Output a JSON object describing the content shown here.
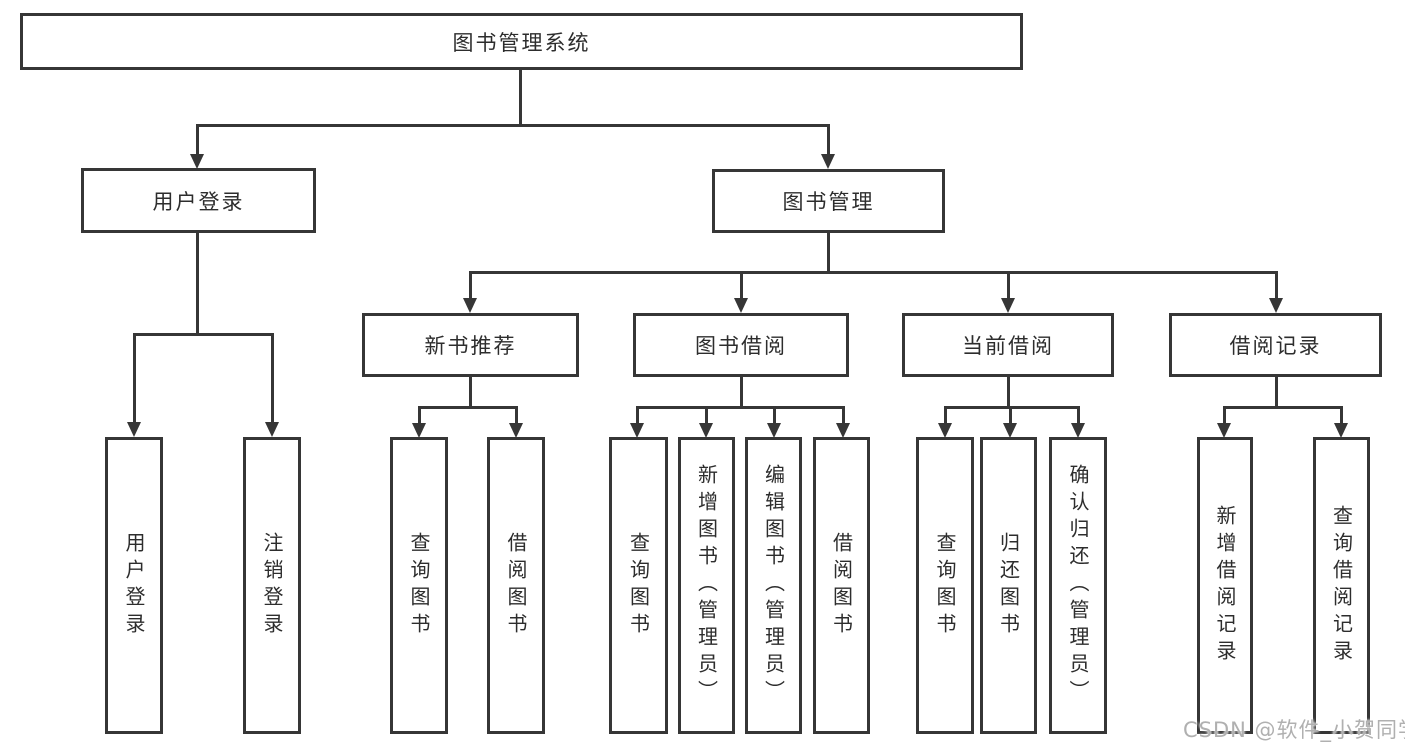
{
  "diagram": {
    "title": "图书管理系统",
    "colors": {
      "line": "#363636",
      "text": "#2d2d2d",
      "background": "#ffffff",
      "watermark": "#b0b0b0"
    }
  },
  "nodes": {
    "root": {
      "label": "图书管理系统"
    },
    "level2": [
      {
        "label": "用户登录"
      },
      {
        "label": "图书管理"
      }
    ],
    "level3": [
      {
        "label": "新书推荐",
        "parent": "图书管理"
      },
      {
        "label": "图书借阅",
        "parent": "图书管理"
      },
      {
        "label": "当前借阅",
        "parent": "图书管理"
      },
      {
        "label": "借阅记录",
        "parent": "图书管理"
      }
    ],
    "leaves": [
      {
        "label": "用户登录",
        "parent": "用户登录"
      },
      {
        "label": "注销登录",
        "parent": "用户登录"
      },
      {
        "label": "查询图书",
        "parent": "新书推荐"
      },
      {
        "label": "借阅图书",
        "parent": "新书推荐"
      },
      {
        "label": "查询图书",
        "parent": "图书借阅"
      },
      {
        "label": "新增图书（管理员）",
        "parent": "图书借阅"
      },
      {
        "label": "编辑图书（管理员）",
        "parent": "图书借阅"
      },
      {
        "label": "借阅图书",
        "parent": "图书借阅"
      },
      {
        "label": "查询图书",
        "parent": "当前借阅"
      },
      {
        "label": "归还图书",
        "parent": "当前借阅"
      },
      {
        "label": "确认归还（管理员）",
        "parent": "当前借阅"
      },
      {
        "label": "新增借阅记录",
        "parent": "借阅记录"
      },
      {
        "label": "查询借阅记录",
        "parent": "借阅记录"
      }
    ]
  },
  "watermark": {
    "text": "CSDN @软件_小贺同学"
  }
}
